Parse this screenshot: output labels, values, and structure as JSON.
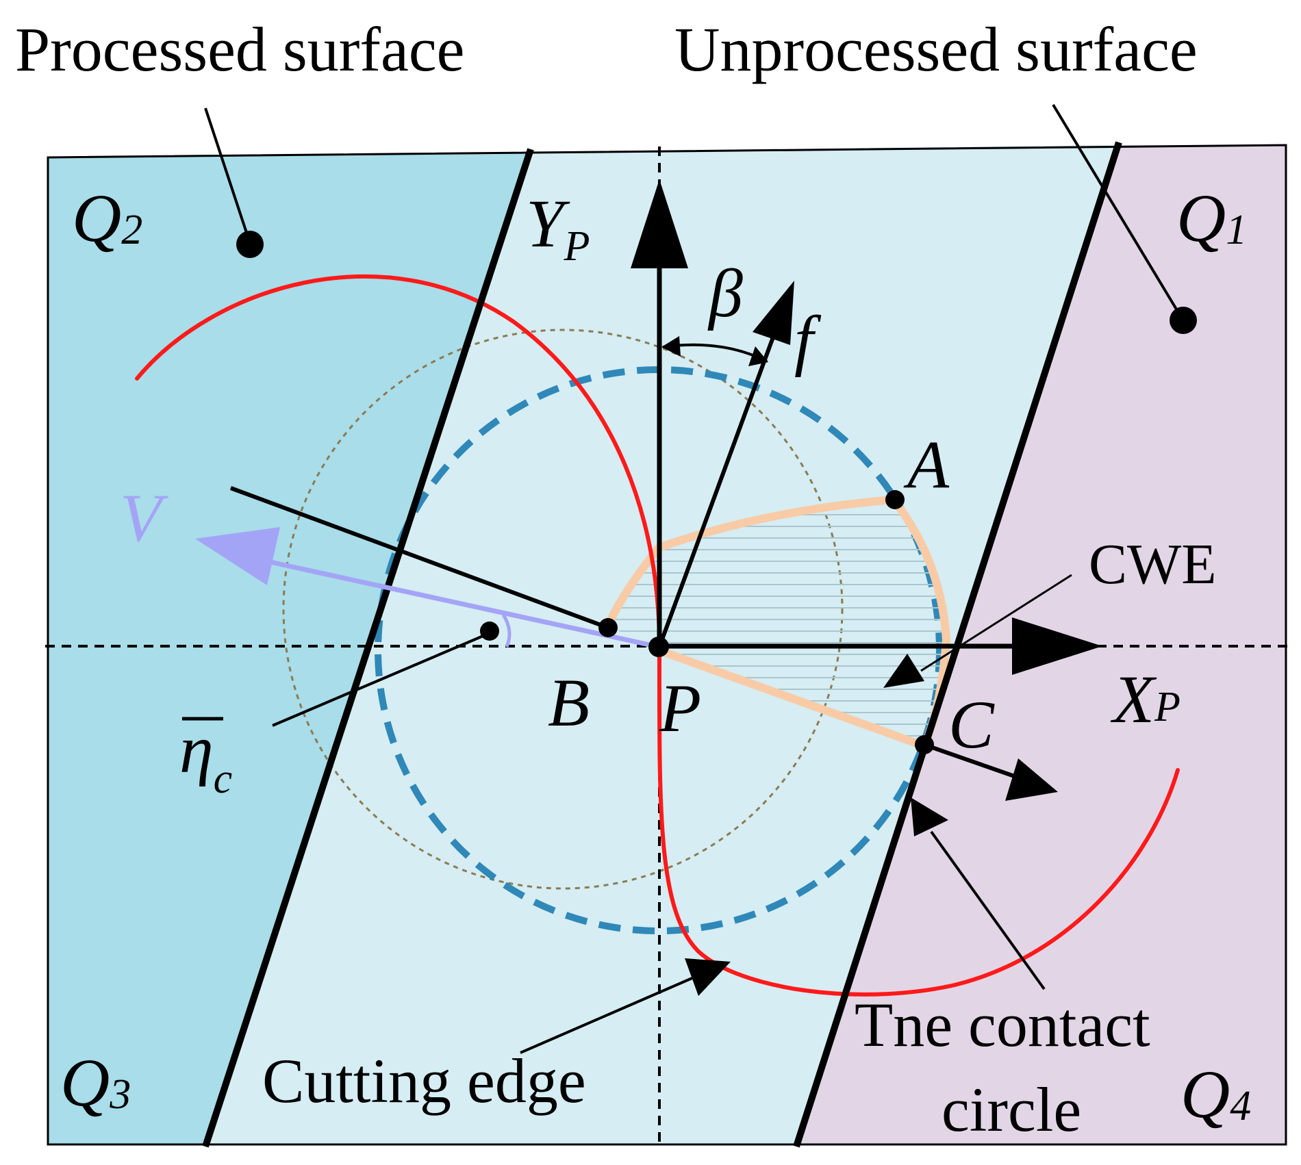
{
  "labels": {
    "processed_surface": "Processed surface",
    "unprocessed_surface": "Unprocessed surface",
    "cutting_edge": "Cutting edge",
    "contact_circle_line1": "Tne contact",
    "contact_circle_line2": "circle",
    "cwe": "CWE"
  },
  "quadrants": {
    "q1": {
      "letter": "Q",
      "sub": "1"
    },
    "q2": {
      "letter": "Q",
      "sub": "2"
    },
    "q3": {
      "letter": "Q",
      "sub": "3"
    },
    "q4": {
      "letter": "Q",
      "sub": "4"
    }
  },
  "axes": {
    "y": {
      "letter": "Y",
      "sub": "P"
    },
    "x": {
      "letter": "X",
      "sub": "P"
    }
  },
  "symbols": {
    "beta": "β",
    "f": "f",
    "V": "V",
    "eta": "η",
    "eta_sub": "c"
  },
  "points": {
    "A": "A",
    "B": "B",
    "C": "C",
    "P": "P"
  },
  "colors": {
    "processed_region": "#a8dde9",
    "middle_region": "#d5edf3",
    "unprocessed_region": "#e2d6e6",
    "cutting_edge_curve": "#ff1a1a",
    "contact_circle": "#2f88b8",
    "cwe_outline": "#f8cba6",
    "velocity_arrow": "#a4a4f6",
    "reference_circle": "#8c7a52"
  }
}
